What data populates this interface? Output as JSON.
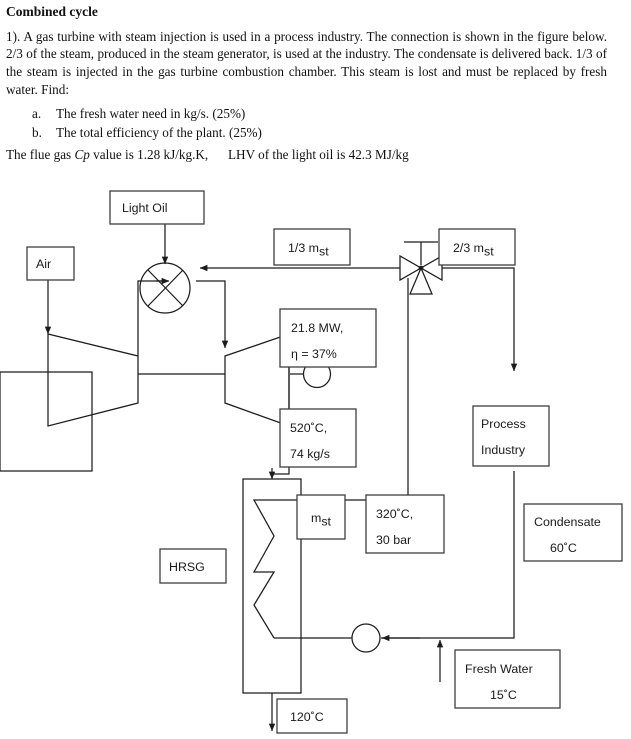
{
  "document": {
    "title": "Combined cycle",
    "problem_number": "1).",
    "body": "1). A gas turbine with steam injection is used in a process industry. The connection is shown in the figure below. 2/3 of the steam, produced in the steam generator, is used at the industry. The condensate is delivered back. 1/3 of the steam is injected in the gas turbine combustion chamber. This steam is lost and must be replaced by fresh water. Find:",
    "find_items": [
      {
        "marker": "a.",
        "text": "The fresh water need in kg/s. (25%)"
      },
      {
        "marker": "b.",
        "text": "The total efficiency of the plant. (25%)"
      }
    ],
    "closing_prefix": "The flue gas ",
    "closing_italic": "Cp",
    "closing_suffix": " value is 1.28 kJ/kg.K,",
    "closing_second": "LHV of the light oil is 42.3 MJ/kg"
  },
  "diagram": {
    "labels": {
      "light_oil": "Light Oil",
      "air": "Air",
      "one_third_steam_main": "1/3 m",
      "one_third_steam_sub": "st",
      "two_thirds_steam_main": "2/3 m",
      "two_thirds_steam_sub": "st",
      "power_output": "21.8 MW,",
      "efficiency": "η = 37%",
      "turbine_exit_temp": "520˚C,",
      "turbine_exit_flow": "74 kg/s",
      "steam_flow_main": "m",
      "steam_flow_sub": "st",
      "steam_temp": "320˚C,",
      "steam_pressure": "30 bar",
      "hrsg": "HRSG",
      "stack_temp": "120˚C",
      "process_line1": "Process",
      "process_line2": "Industry",
      "condensate": "Condensate",
      "condensate_temp": "60˚C",
      "fresh_water": "Fresh Water",
      "fresh_water_temp": "15˚C"
    },
    "colors": {
      "box_stroke": "#3f3f3f",
      "line_stroke": "#1c1c1c",
      "background": "#ffffff",
      "text": "#1a1a1a"
    },
    "components": [
      "air-source-box",
      "light-oil-source-box",
      "compressor",
      "combustion-chamber",
      "gas-turbine",
      "generator",
      "three-way-valve",
      "hrsg-vessel",
      "process-industry-vessel",
      "feed-pump"
    ]
  }
}
